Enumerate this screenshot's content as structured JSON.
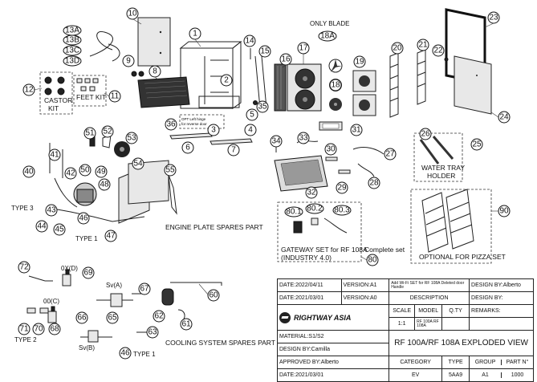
{
  "labels": {
    "only_blade": "ONLY BLADE",
    "castor_kit": [
      "CASTOR",
      "KIT"
    ],
    "feet_kit": "FEET KIT",
    "opt_note": [
      "OPT Left hinge",
      "for reverse door"
    ],
    "water_tray_holder": [
      "WATER TRAY",
      "HOLDER"
    ],
    "type3": "TYPE 3",
    "type1_engine": "TYPE 1",
    "engine_plate": "ENGINE PLATE SPARES PART",
    "gateway": [
      "GATEWAY SET for RF 108A",
      "(INDUSTRY 4.0)"
    ],
    "complete_set": "Complete set",
    "optional_pizza": "OPTIONAL FOR  PIZZA SET",
    "cooling_system": "COOLING SYSTEM SPARES PART",
    "type2": "TYPE 2",
    "type1_cooling": "TYPE 1",
    "sva": "Sv(A)",
    "svb": "Sv(B)"
  },
  "callouts": {
    "c1": "1",
    "c2": "2",
    "c3": "3",
    "c4": "4",
    "c5": "5",
    "c6": "6",
    "c7": "7",
    "c8": "8",
    "c9": "9",
    "c10": "10",
    "c11": "11",
    "c12": "12",
    "c13a": "13A",
    "c13b": "13B",
    "c13c": "13C",
    "c13d": "13D",
    "c14": "14",
    "c15": "15",
    "c16": "16",
    "c17": "17",
    "c18": "18",
    "c18a": "18A",
    "c19": "19",
    "c20": "20",
    "c21": "21",
    "c22": "22",
    "c23": "23",
    "c24": "24",
    "c25": "25",
    "c26": "26",
    "c27": "27",
    "c28": "28",
    "c29": "29",
    "c30": "30",
    "c31": "31",
    "c32": "32",
    "c33": "33",
    "c34": "34",
    "c35": "35",
    "c36": "36",
    "c40": "40",
    "c41": "41",
    "c42": "42",
    "c43": "43",
    "c44": "44",
    "c45": "45",
    "c46": "46",
    "c47": "47",
    "c48": "48",
    "c49": "49",
    "c50": "50",
    "c51": "51",
    "c52": "52",
    "c53": "53",
    "c54": "54",
    "c55": "55",
    "c60": "60",
    "c61": "61",
    "c62": "62",
    "c63": "63",
    "c65": "65",
    "c66": "66",
    "c67": "67",
    "c68": "68",
    "c69": "69",
    "c70": "70",
    "c71": "71",
    "c72": "72",
    "c80": "80",
    "c80_1": "80.1",
    "c80_2": "80.2",
    "c80_3": "80.3",
    "c90": "90",
    "c46b": "46",
    "c0xd": "0X(D)",
    "c00c": "00(C)"
  },
  "title_block": {
    "row1_date": "DATE:2022/04/11",
    "row1_version": "VERSION:A1",
    "row1_note": "Add Wi-Fi SET for RF 108A Deleted door Handle",
    "row1_design": "DESIGN BY:Alberto",
    "row2_date": "DATE:2021/03/01",
    "row2_version": "VERSION:A0",
    "row2_desc": "DESCRIPTION",
    "row2_design": "DESIGN BY:",
    "company": "RIGHTWAY ASIA",
    "scale_h": "SCALE",
    "model_h": "MODEL",
    "qty_h": "Q.TY",
    "remarks": "REMARKS:",
    "scale_v": "1:1",
    "model_v": "RF 100A RF 108A",
    "material": "MATERIAL:S1/S2",
    "design_by": "DESIGN BY:Camilla",
    "title": "RF 100A/RF 108A EXPLODED VIEW",
    "approved": "APPROVED BY:Alberto",
    "category_h": "CATEGORY",
    "type_h": "TYPE",
    "group_h": "GROUP",
    "part_h": "PART N°",
    "date_last": "DATE:2021/03/01",
    "category_v": "EV",
    "type_v": "5AA9",
    "group_v": "A1",
    "part_v": "1000"
  }
}
